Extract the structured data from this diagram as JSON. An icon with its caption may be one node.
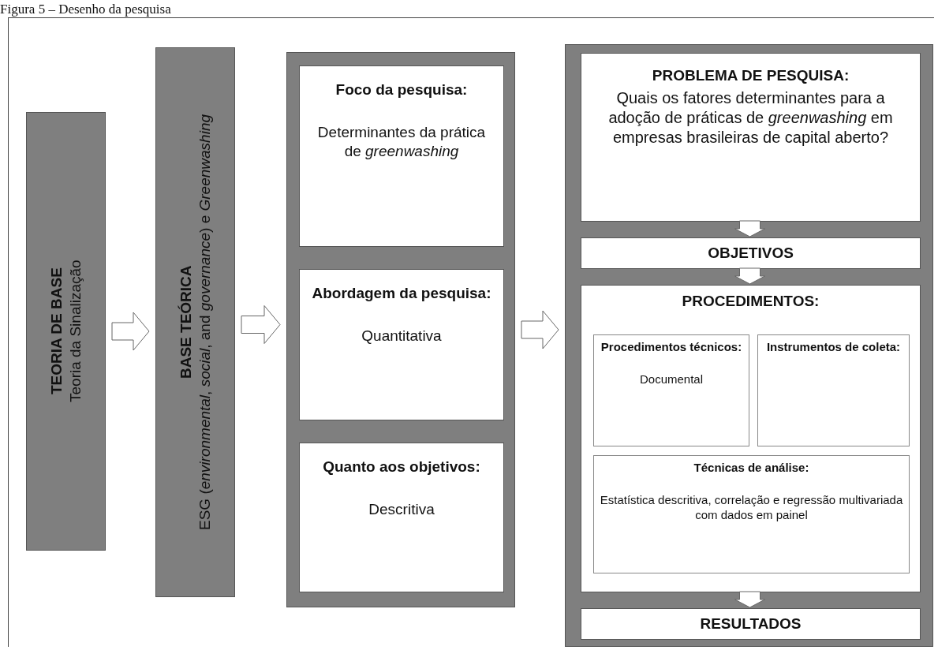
{
  "diagram": {
    "title": "Figura 5 – Desenho da pesquisa",
    "nodes": [
      {
        "text": [
          "TEORIA DE BASE",
          "Teoria da Sinalização"
        ]
      },
      {
        "text": [
          "BASE TEÓRICA",
          "ESG (*environmental*, *social*, and *governance*) e *Greenwashing*"
        ]
      },
      {
        "text": [],
        "shape": "box"
      },
      {
        "text": [
          "Foco da pesquisa:",
          "Determinantes da prática de *greenwashing*"
        ],
        "in": 2
      },
      {
        "text": [
          "Abordagem da pesquisa:",
          "Quantitativa"
        ],
        "in": 2
      },
      {
        "text": [
          "Quanto aos objetivos:",
          "Descritiva"
        ],
        "in": 2
      },
      {
        "text": [],
        "shape": "box"
      },
      {
        "text": [
          "PROBLEMA DE PESQUISA:",
          "Quais os fatores determinantes para a adoção de práticas de *greenwashing* em empresas brasileiras de capital aberto?"
        ],
        "in": 6
      },
      {
        "text": [
          "OBJETIVOS"
        ],
        "in": 6
      },
      {
        "text": [
          "PROCEDIMENTOS:"
        ],
        "in": 6
      },
      {
        "text": [
          "Procedimentos técnicos:",
          "Documental"
        ],
        "in": 9
      },
      {
        "text": [
          "Instrumentos de coleta:"
        ],
        "in": 9
      },
      {
        "text": [
          "Técnicas de análise:",
          "Estatística descritiva, correlação e regressão multivariada com dados em painel"
        ],
        "in": 9
      },
      {
        "text": [
          "RESULTADOS"
        ],
        "in": 6
      }
    ],
    "edges": [
      {
        "from": 0,
        "to": 1,
        "arrow": "to"
      },
      {
        "from": 1,
        "to": 2,
        "arrow": "to"
      },
      {
        "from": 2,
        "to": 6,
        "arrow": "to"
      },
      {
        "from": 7,
        "to": 8,
        "arrow": "to"
      },
      {
        "from": 8,
        "to": 9,
        "arrow": "to"
      },
      {
        "from": 9,
        "to": 13,
        "arrow": "to"
      }
    ]
  }
}
